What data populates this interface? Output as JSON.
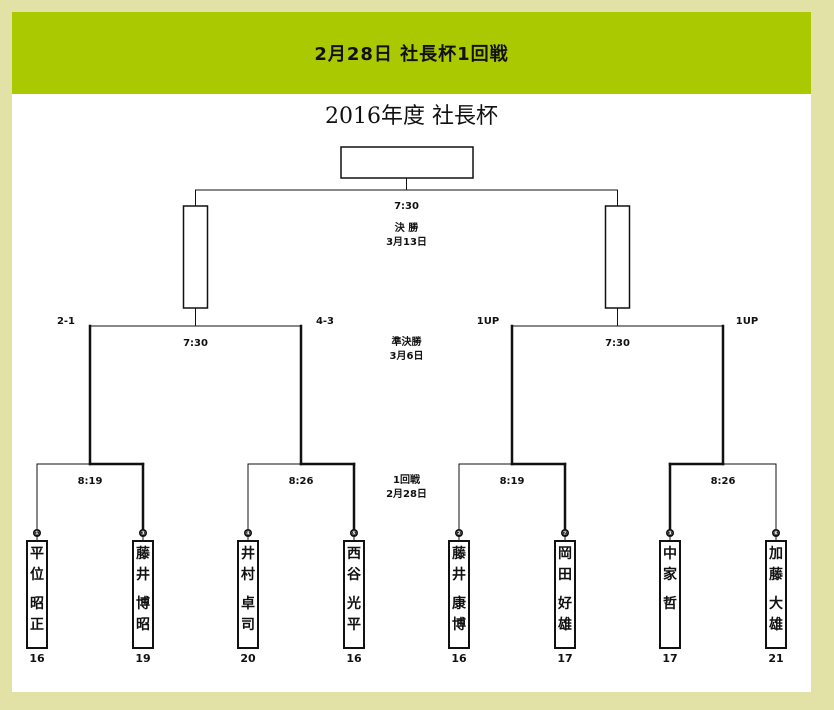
{
  "header": {
    "title": "2月28日  社長杯1回戦"
  },
  "bracket": {
    "title": "2016年度  社長杯",
    "rounds": {
      "final": {
        "time": "7:30",
        "name": "決 勝",
        "date": "3月13日"
      },
      "semi": {
        "name": "準決勝",
        "date": "3月6日"
      },
      "first": {
        "name": "1回戦",
        "date": "2月28日"
      }
    },
    "semi_matches": [
      {
        "time": "7:30",
        "left_result": "2-1",
        "right_result": "4-3"
      },
      {
        "time": "7:30",
        "left_result": "1UP",
        "right_result": "1UP"
      }
    ],
    "first_times": [
      "8:19",
      "8:26",
      "8:19",
      "8:26"
    ],
    "players": [
      {
        "seed": "①",
        "surname": [
          "平",
          "位"
        ],
        "given": [
          "昭",
          "正"
        ],
        "score": "16"
      },
      {
        "seed": "③",
        "surname": [
          "藤",
          "井"
        ],
        "given": [
          "博",
          "昭"
        ],
        "score": "19"
      },
      {
        "seed": "④",
        "surname": [
          "井",
          "村"
        ],
        "given": [
          "卓",
          "司"
        ],
        "score": "20"
      },
      {
        "seed": "⑤",
        "surname": [
          "西",
          "谷"
        ],
        "given": [
          "光",
          "平"
        ],
        "score": "16"
      },
      {
        "seed": "②",
        "surname": [
          "藤",
          "井"
        ],
        "given": [
          "康",
          "博"
        ],
        "score": "16"
      },
      {
        "seed": "⑦",
        "surname": [
          "岡",
          "田"
        ],
        "given": [
          "好",
          "雄"
        ],
        "score": "17"
      },
      {
        "seed": "③",
        "surname": [
          "中",
          "家"
        ],
        "given": [
          "哲"
        ],
        "score": "17"
      },
      {
        "seed": "⑥",
        "surname": [
          "加",
          "藤"
        ],
        "given": [
          "大",
          "雄"
        ],
        "score": "21"
      }
    ],
    "winners": [
      1,
      3,
      5,
      6
    ]
  }
}
